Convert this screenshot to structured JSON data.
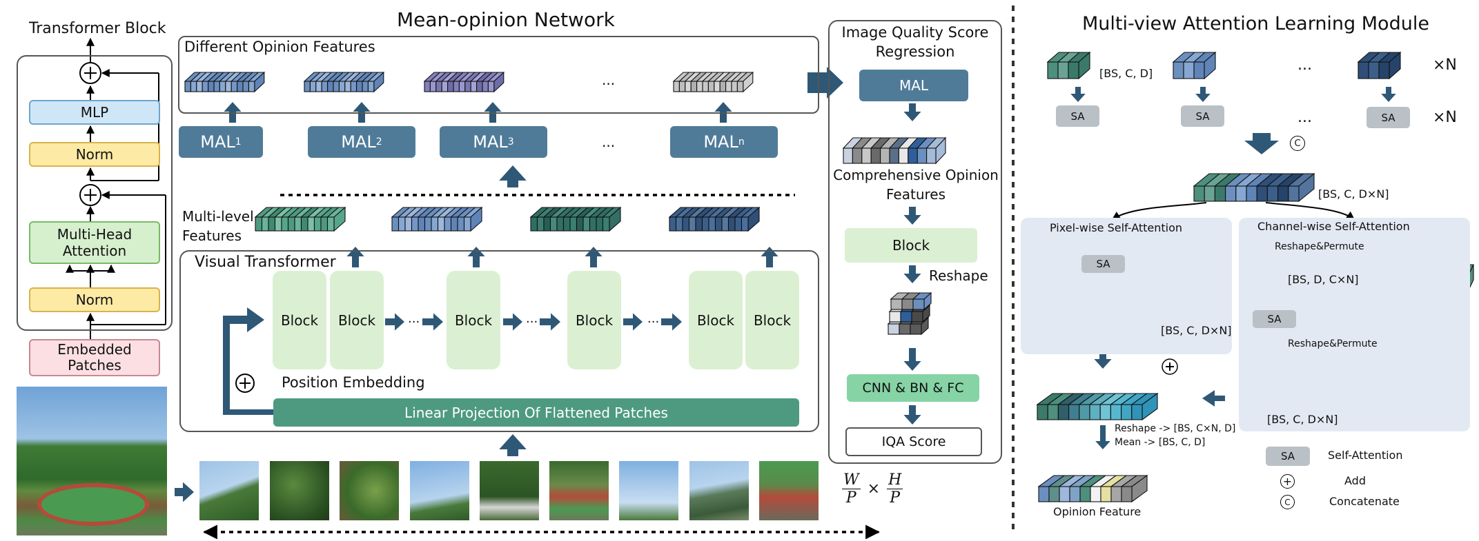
{
  "transformer_block": {
    "title": "Transformer Block",
    "mlp": "MLP",
    "norm_top": "Norm",
    "mha_line1": "Multi-Head",
    "mha_line2": "Attention",
    "norm_bottom": "Norm",
    "embedded_line1": "Embedded",
    "embedded_line2": "Patches"
  },
  "mean_opinion": {
    "title": "Mean-opinion Network",
    "different_features": "Different Opinion Features",
    "ellipsis": "...",
    "mal_base": "MAL",
    "mal_subs": [
      "1",
      "2",
      "3",
      "n"
    ],
    "multi_level_line1": "Multi-level",
    "multi_level_line2": "Features",
    "visual_transformer": "Visual Transformer",
    "block": "Block",
    "position_embedding": "Position Embedding",
    "linear_projection": "Linear Projection Of Flattened Patches",
    "plus": "+",
    "patch_formula": {
      "w": "W",
      "p1": "P",
      "times": "×",
      "h": "H",
      "p2": "P"
    }
  },
  "iqa": {
    "title_line1": "Image Quality Score",
    "title_line2": "Regression",
    "mal": "MAL",
    "comprehensive_line1": "Comprehensive Opinion",
    "comprehensive_line2": "Features",
    "block": "Block",
    "reshape": "Reshape",
    "cnn": "CNN & BN & FC",
    "score": "IQA Score"
  },
  "mal_module": {
    "title": "Multi-view Attention Learning Module",
    "bscd": "[BS, C, D]",
    "times_n": "×N",
    "sa": "SA",
    "ellipsis": "...",
    "concat": "C",
    "bscdn": "[BS, C, D×N]",
    "pixel_title": "Pixel-wise Self-Attention",
    "channel_title": "Channel-wise Self-Attention",
    "reshape_permute": "Reshape&Permute",
    "bsdcn": "[BS, D, C×N]",
    "reshape_note": "Reshape -> [BS, C×N, D]",
    "mean_note": "Mean -> [BS, C, D]",
    "opinion_feature": "Opinion Feature",
    "legend_sa": "Self-Attention",
    "legend_add": "Add",
    "legend_concat": "Concatenate"
  },
  "colors": {
    "mal_blue": "#4f7b98",
    "arrow_blue": "#2f5877",
    "block_green": "#dbf0d2",
    "linear_green": "#4e9a81",
    "norm_yellow": "#fdeaa4",
    "mlp_blue": "#cfe6f7",
    "attention_green": "#d6efcd",
    "embedded_pink": "#fbdfe3",
    "panel_blue": "#e3e9f2",
    "sa_gray": "#b9c1c6"
  }
}
